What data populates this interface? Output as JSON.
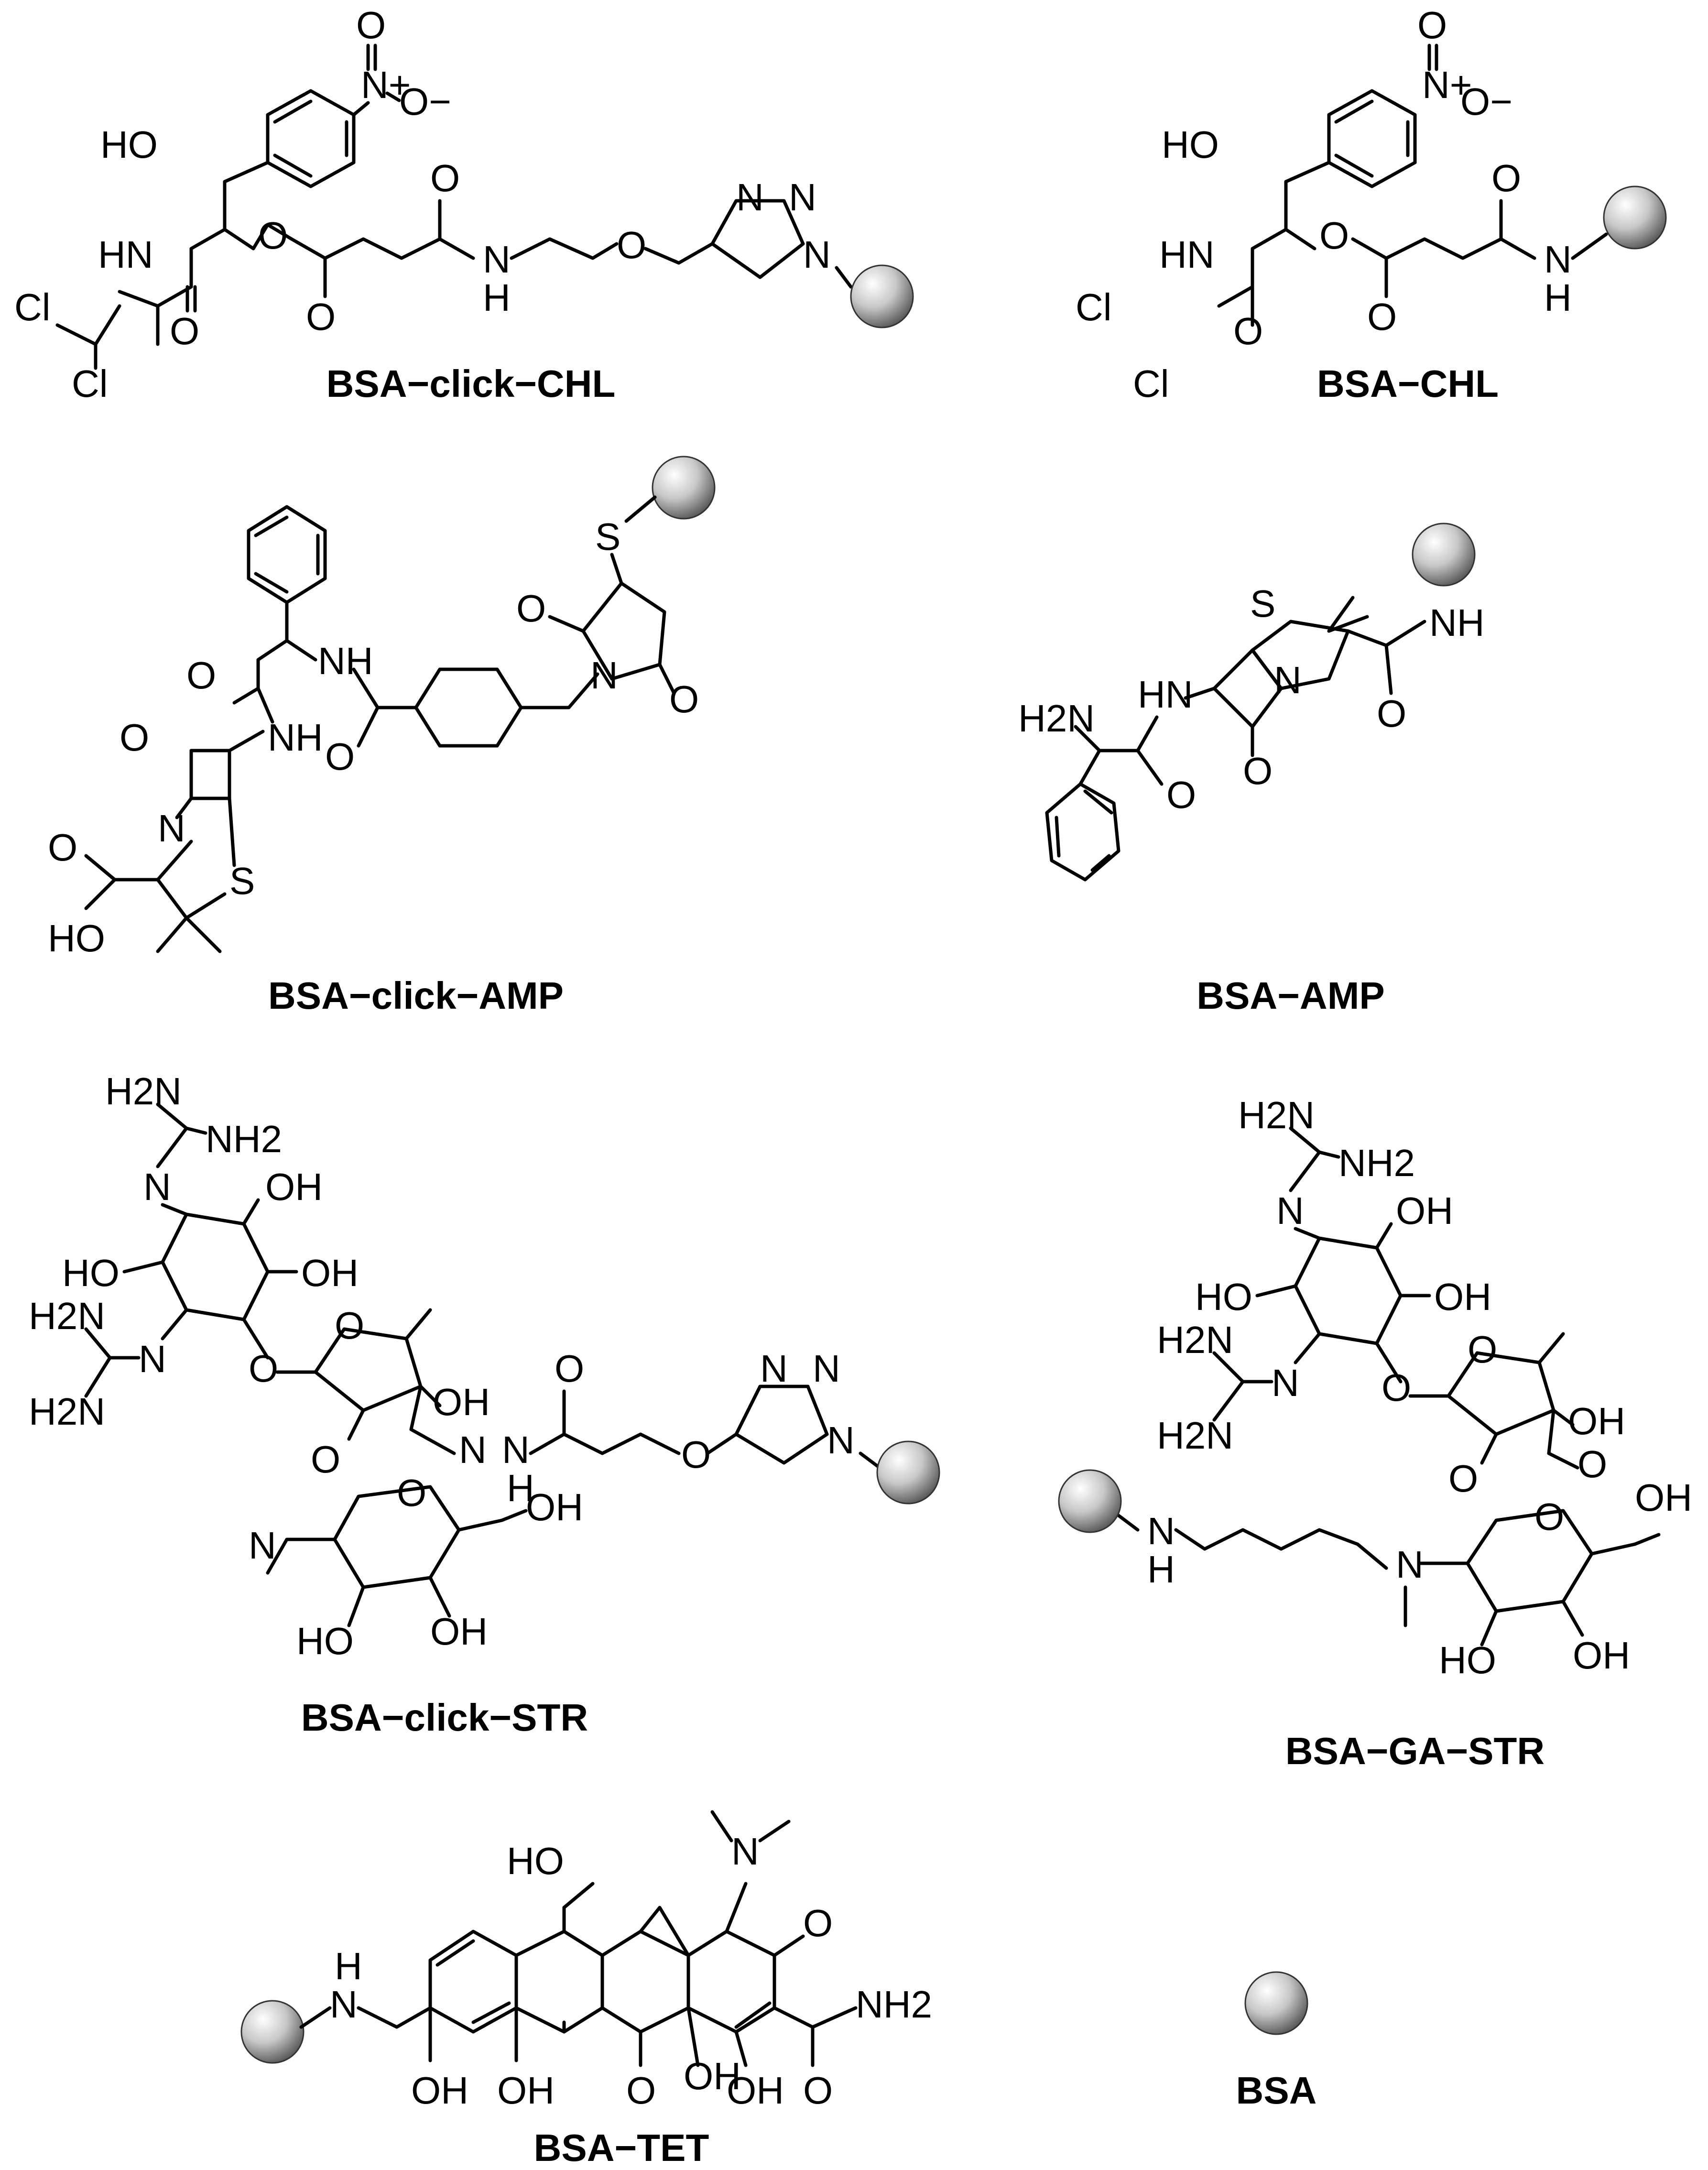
{
  "captions": {
    "bsa_click_chl": "BSA−click−CHL",
    "bsa_chl": "BSA−CHL",
    "bsa_click_amp": "BSA−click−AMP",
    "bsa_amp": "BSA−AMP",
    "bsa_click_str": "BSA−click−STR",
    "bsa_ga_str": "BSA−GA−STR",
    "bsa_tet": "BSA−TET",
    "bsa": "BSA"
  },
  "labels": {
    "O": "O",
    "N": "N",
    "S": "S",
    "NH": "NH",
    "HN": "HN",
    "H": "H",
    "HO": "HO",
    "OH": "OH",
    "Cl": "Cl",
    "NH2": "NH2",
    "H2N": "H2N",
    "N_plus": "N+",
    "O_minus": "O−"
  },
  "colors": {
    "bond": "#000000",
    "sphere_light": "#ffffff",
    "sphere_dark": "#555555"
  }
}
